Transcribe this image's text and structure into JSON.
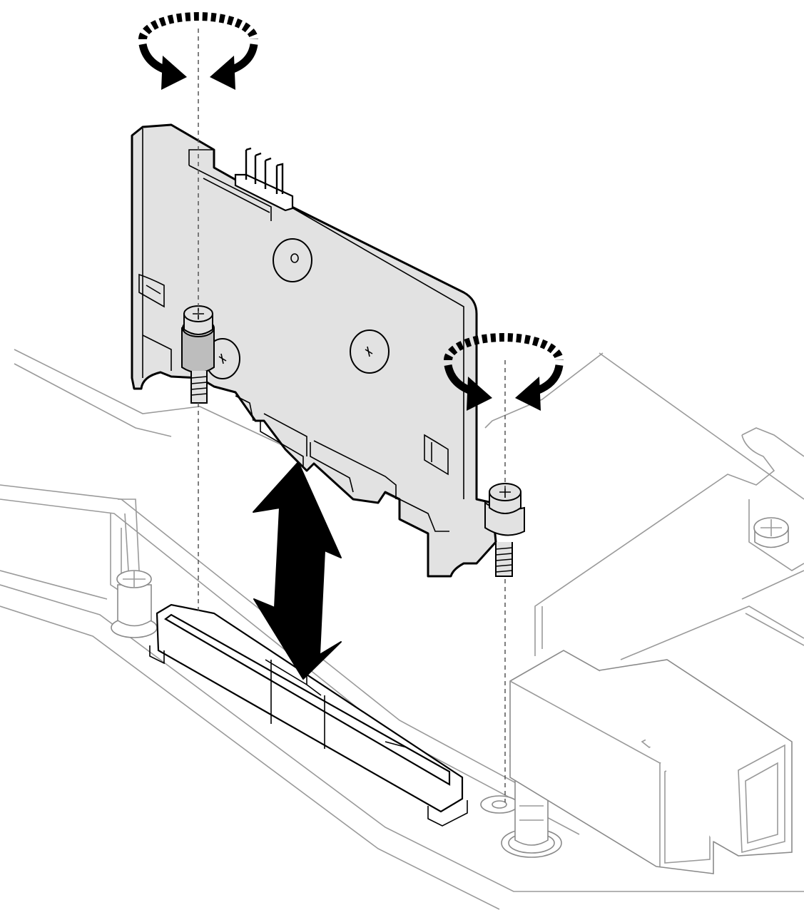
{
  "figure": {
    "kind": "installation-illustration",
    "components": [
      "adapter-card",
      "captive-screw-left",
      "captive-screw-right",
      "edge-connector",
      "standoff",
      "port-cage"
    ],
    "symbols": [
      "rotate-both-ways-icon",
      "rotate-both-ways-icon",
      "move-up-down-icon"
    ],
    "colors": {
      "card_fill": "#e2e2e2",
      "outline": "#000000",
      "background_part": "#9a9a9a",
      "arrow": "#000000"
    }
  }
}
